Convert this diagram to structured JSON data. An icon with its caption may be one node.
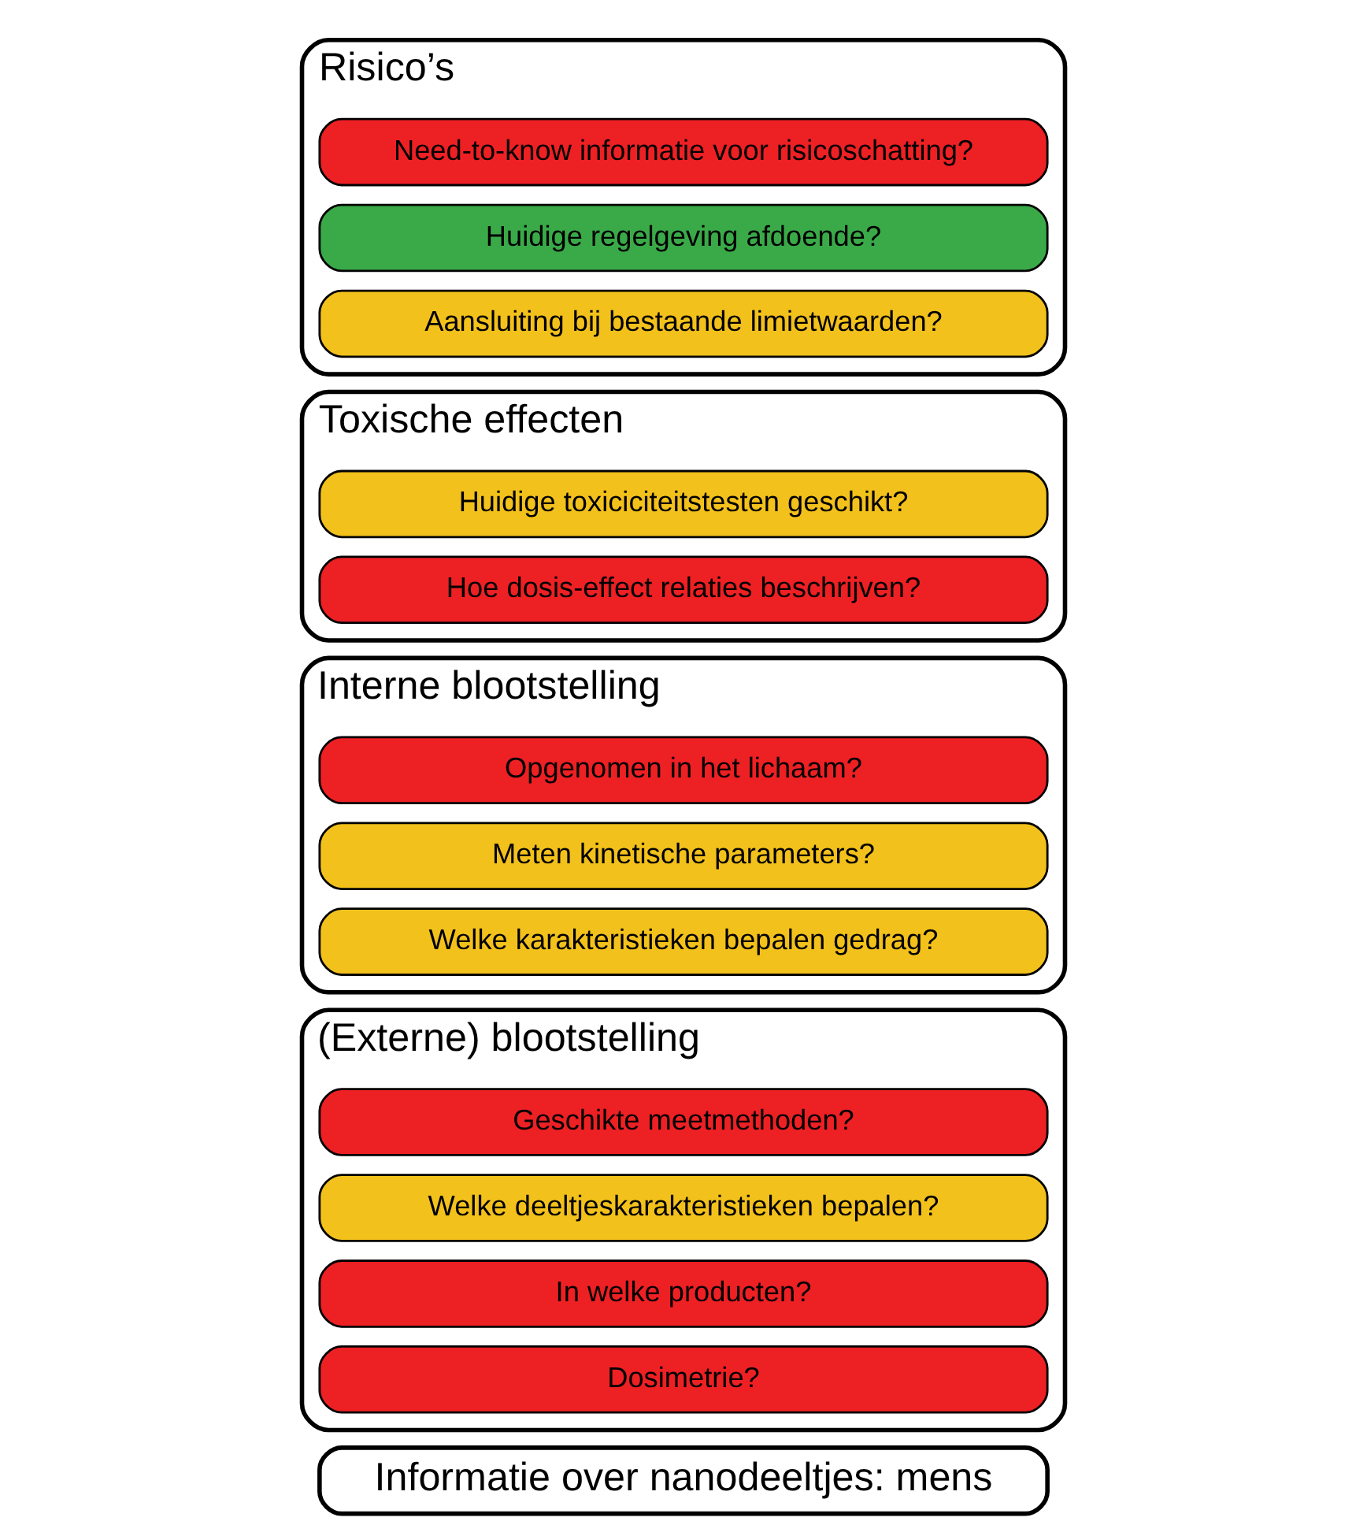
{
  "diagram": {
    "nodes": [
      {
        "text": [
          "Informatie over nanodeeltjes: mens"
        ]
      },
      {
        "text": [
          "(Externe) blootstelling"
        ]
      },
      {
        "text": [
          "Geschikte meetmethoden?"
        ],
        "in": 1
      },
      {
        "text": [
          "Welke deeltjeskarakteristieken bepalen?"
        ],
        "in": 1
      },
      {
        "text": [
          "In welke producten?"
        ],
        "in": 1
      },
      {
        "text": [
          "Dosimetrie?"
        ],
        "in": 1
      },
      {
        "text": [
          "Interne blootstelling"
        ]
      },
      {
        "text": [
          "Opgenomen in het lichaam?"
        ],
        "in": 6
      },
      {
        "text": [
          "Meten kinetische parameters?"
        ],
        "in": 6
      },
      {
        "text": [
          "Welke karakteristieken bepalen gedrag?"
        ],
        "in": 6
      },
      {
        "text": [
          "Toxische effecten"
        ]
      },
      {
        "text": [
          "Huidige toxiciciteitstesten geschikt?"
        ],
        "in": 10
      },
      {
        "text": [
          "Hoe dosis-effect relaties beschrijven?"
        ],
        "in": 10
      },
      {
        "text": [
          "Risico’s"
        ]
      },
      {
        "text": [
          "Need-to-know informatie voor risicoschatting?"
        ],
        "in": 13
      },
      {
        "text": [
          "Huidige regelgeving afdoende?"
        ],
        "in": 13
      },
      {
        "text": [
          "Aansluiting bij bestaande limietwaarden?"
        ],
        "in": 13
      }
    ],
    "edges": []
  }
}
